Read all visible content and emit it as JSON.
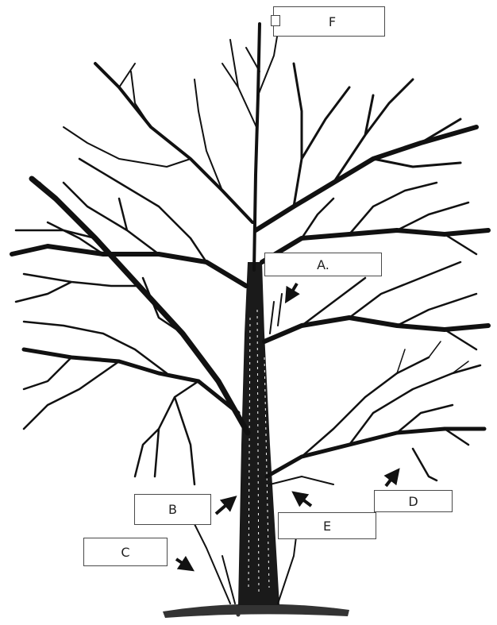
{
  "labels": {
    "f": "F",
    "a": "A.",
    "b": "B",
    "c": "C",
    "d": "D",
    "e": "E"
  },
  "colors": {
    "ink": "#111111",
    "box_border": "#4a4a4a",
    "background": "#ffffff"
  }
}
